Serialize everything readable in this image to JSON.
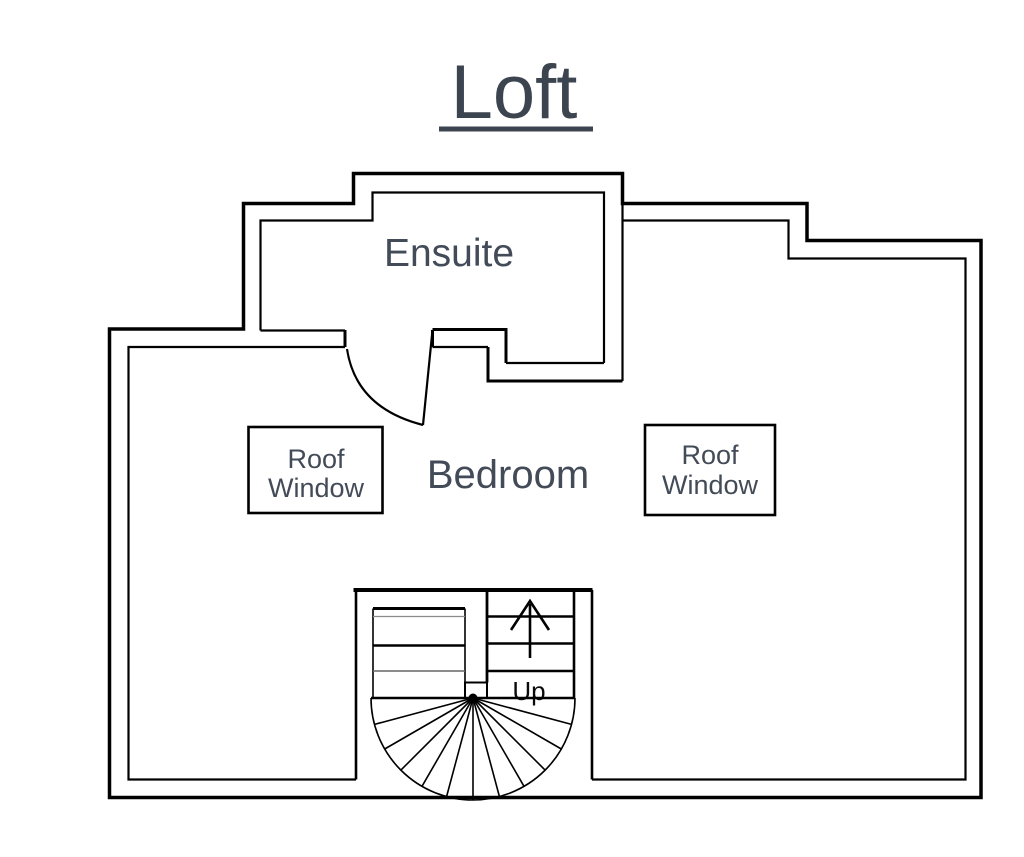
{
  "title": {
    "text": "Loft",
    "color": "#3c4450"
  },
  "rooms": [
    {
      "name": "Ensuite"
    },
    {
      "name": "Bedroom"
    }
  ],
  "roof_windows": [
    {
      "line1": "Roof",
      "line2": "Window"
    },
    {
      "line1": "Roof",
      "line2": "Window"
    }
  ],
  "stairs": {
    "direction_label": "Up",
    "direction_color": "#0a0a0a"
  },
  "label_color": "#424b57",
  "wall_color": "#000000",
  "background_color": "#ffffff"
}
